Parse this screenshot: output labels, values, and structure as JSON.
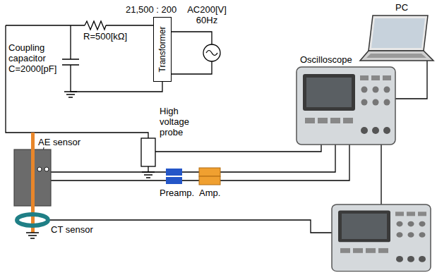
{
  "diagram": {
    "nodes": [
      {
        "text": [
          "Transformer"
        ]
      }
    ],
    "labels": [
      "PC",
      "21,500 : 200",
      "R=500[kΩ]",
      "AC200[V] 60Hz",
      "Coupling capacitor C=2000[pF]",
      "Oscilloscope",
      "High voltage probe",
      "AE sensor",
      "Preamp.",
      "Amp.",
      "CT sensor"
    ]
  }
}
